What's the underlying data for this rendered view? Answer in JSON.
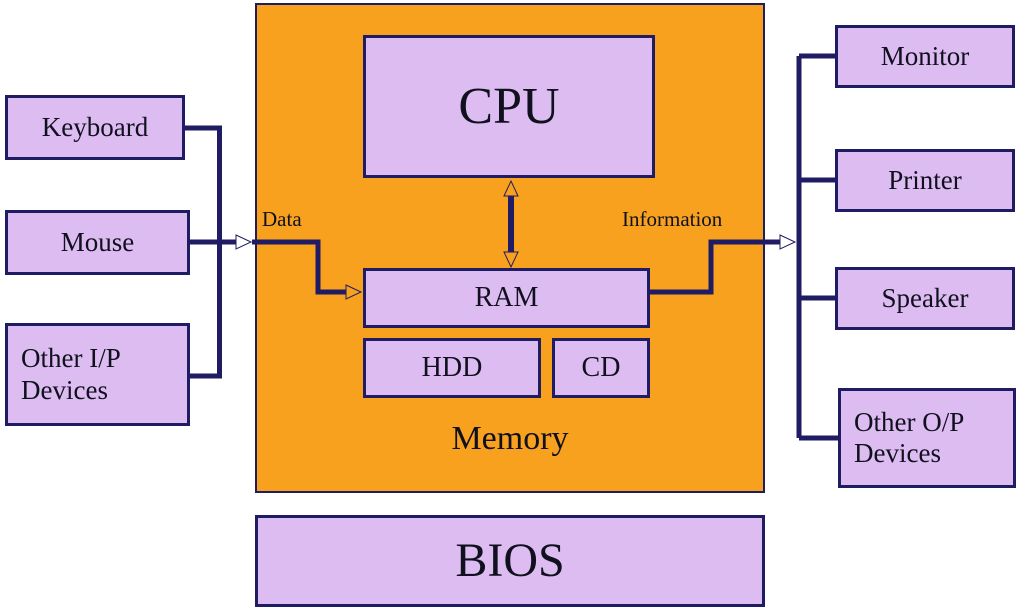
{
  "diagram": {
    "title": "computer-block-diagram",
    "input_devices": [
      {
        "label": "Keyboard"
      },
      {
        "label": "Mouse"
      },
      {
        "label": "Other I/P Devices"
      }
    ],
    "output_devices": [
      {
        "label": "Monitor"
      },
      {
        "label": "Printer"
      },
      {
        "label": "Speaker"
      },
      {
        "label": "Other O/P Devices"
      }
    ],
    "memory_block": {
      "cpu_label": "CPU",
      "ram_label": "RAM",
      "hdd_label": "HDD",
      "cd_label": "CD",
      "memory_label": "Memory"
    },
    "bios_label": "BIOS",
    "flow_labels": {
      "data": "Data",
      "information": "Information"
    },
    "colors": {
      "box_fill": "#ddbdf1",
      "memory_fill": "#f7a11f",
      "line": "#1f1c63",
      "text": "#10101f"
    }
  }
}
